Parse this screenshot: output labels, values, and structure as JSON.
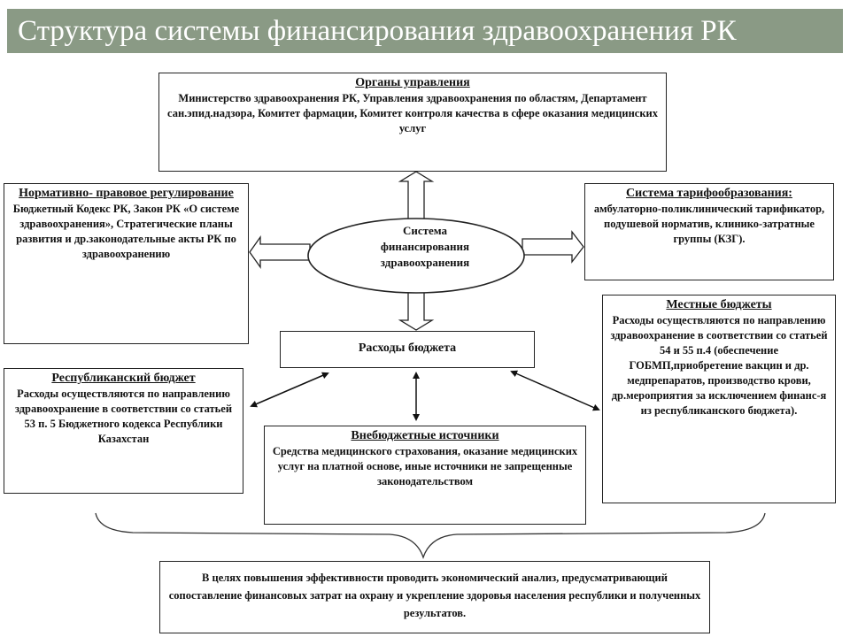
{
  "title": "Структура системы финансирования здравоохранения РК",
  "center": {
    "line1": "Система",
    "line2": "финансирования",
    "line3": "здравоохранения"
  },
  "boxes": {
    "mgmt": {
      "heading": "Органы управления",
      "body": "Министерство здравоохранения РК, Управления здравоохранения по областям, Департамент сан.эпид.надзора, Комитет фармации, Комитет контроля качества в сфере оказания медицинских услуг"
    },
    "norm": {
      "heading": "Нормативно- правовое регулирование",
      "body": "Бюджетный Кодекс РК, Закон РК «О системе здравоохранения», Стратегические планы развития и др.законодательные акты РК по здравоохранению"
    },
    "tariff": {
      "heading": "Система тарифообразования:",
      "body": "амбулаторно-поликлинический тарификатор, подушевой норматив, клинико-затратные группы (КЗГ)."
    },
    "budget_exp": {
      "heading": "Расходы бюджета"
    },
    "local": {
      "heading": "Местные бюджеты",
      "body": "Расходы осуществляются по направлению здравоохранение в соответствии со статьей 54 и 55 п.4 (обеспечение ГОБМП,приобретение вакцин и др. медпрепаратов, производство крови, др.мероприятия за исключением финанс-я из республиканского бюджета)."
    },
    "republic": {
      "heading": "Республиканский бюджет",
      "body": "Расходы осуществляются по направлению здравоохранение в соответствии со статьей 53 п. 5 Бюджетного кодекса Республики Казахстан"
    },
    "extra": {
      "heading": "Внебюджетные источники",
      "body": "Средства медицинского страхования, оказание медицинских услуг на платной основе, иные источники не запрещенные законодательством"
    },
    "bottom": {
      "body": "В целях повышения эффективности проводить экономический анализ, предусматривающий сопоставление финансовых затрат на охрану и укрепление здоровья населения республики и полученных результатов."
    }
  }
}
